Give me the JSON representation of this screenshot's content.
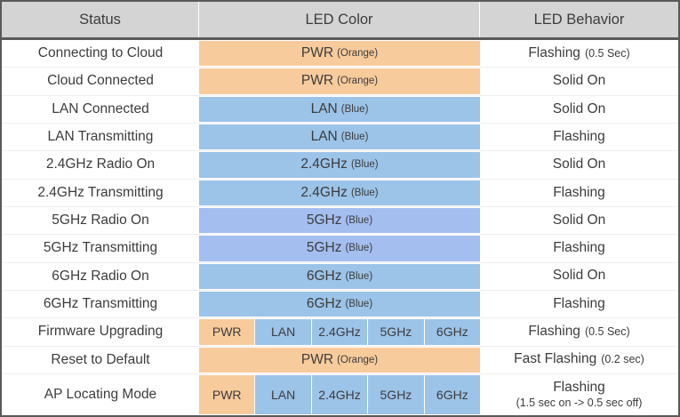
{
  "table": {
    "headers": [
      "Status",
      "LED Color",
      "LED Behavior"
    ],
    "colors": {
      "orange": "#f8cb9c",
      "blue": "#9cc3e8",
      "blue_5ghz": "#a4bef0",
      "header_bg": "#d4d4d4",
      "border": "#595959",
      "text": "#3c3c3c"
    },
    "rows": [
      {
        "status": "Connecting to Cloud",
        "led_label": "PWR",
        "led_note": "(Orange)",
        "behavior": "Flashing",
        "behavior_note": "(0.5 Sec)"
      },
      {
        "status": "Cloud Connected",
        "led_label": "PWR",
        "led_note": "(Orange)",
        "behavior": "Solid On",
        "behavior_note": ""
      },
      {
        "status": "LAN Connected",
        "led_label": "LAN",
        "led_note": "(Blue)",
        "behavior": "Solid On",
        "behavior_note": ""
      },
      {
        "status": "LAN Transmitting",
        "led_label": "LAN",
        "led_note": "(Blue)",
        "behavior": "Flashing",
        "behavior_note": ""
      },
      {
        "status": "2.4GHz Radio On",
        "led_label": "2.4GHz",
        "led_note": "(Blue)",
        "behavior": "Solid On",
        "behavior_note": ""
      },
      {
        "status": "2.4GHz Transmitting",
        "led_label": "2.4GHz",
        "led_note": "(Blue)",
        "behavior": "Flashing",
        "behavior_note": ""
      },
      {
        "status": "5GHz Radio On",
        "led_label": "5GHz",
        "led_note": "(Blue)",
        "behavior": "Solid On",
        "behavior_note": ""
      },
      {
        "status": "5GHz Transmitting",
        "led_label": "5GHz",
        "led_note": "(Blue)",
        "behavior": "Flashing",
        "behavior_note": ""
      },
      {
        "status": "6GHz Radio On",
        "led_label": "6GHz",
        "led_note": "(Blue)",
        "behavior": "Solid On",
        "behavior_note": ""
      },
      {
        "status": "6GHz Transmitting",
        "led_label": "6GHz",
        "led_note": "(Blue)",
        "behavior": "Flashing",
        "behavior_note": ""
      },
      {
        "status": "Firmware Upgrading",
        "segments": [
          "PWR",
          "LAN",
          "2.4GHz",
          "5GHz",
          "6GHz"
        ],
        "behavior": "Flashing",
        "behavior_note": "(0.5 Sec)"
      },
      {
        "status": "Reset to Default",
        "led_label": "PWR",
        "led_note": "(Orange)",
        "behavior": "Fast Flashing",
        "behavior_note": "(0.2 sec)"
      },
      {
        "status": "AP Locating Mode",
        "segments": [
          "PWR",
          "LAN",
          "2.4GHz",
          "5GHz",
          "6GHz"
        ],
        "behavior": "Flashing",
        "behavior_line2": "(1.5 sec on -> 0.5 sec off)"
      }
    ]
  }
}
